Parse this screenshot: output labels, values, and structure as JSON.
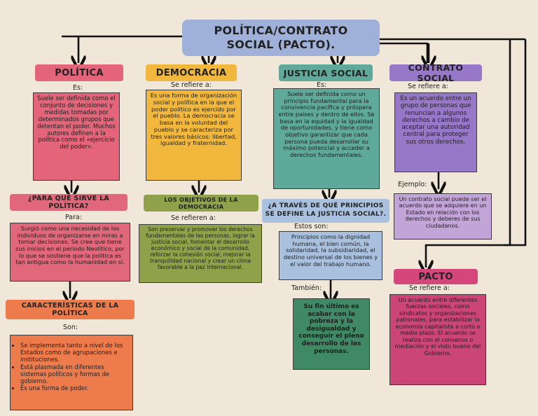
{
  "title": "POLÍTICA/CONTRATO SOCIAL (PACTO).",
  "columns": {
    "politica": {
      "heading": "POLÍTICA",
      "label": "Es:",
      "text": "Suele ser definida como el conjunto de decisiones y medidas tomadas por determinados grupos que detentan el poder. Muchos autores definen a la política como el «ejercicio del poder».",
      "sub_heading": "¿PARA QUÉ SIRVE LA POLÍTICA?",
      "sub_label": "Para:",
      "sub_text": "Surgió como una necesidad de los individuos de organizarse en miras a tomar decisiones. Se cree que tiene sus inicios en el periodo Neolítico, por lo que se sostiene que la política es tan antigua como la humanidad en sí.",
      "char_heading": "CARACTERÍSTICAS DE LA POLÍTICA",
      "char_label": "Son:",
      "char_items": [
        "Se implementa tanto a nivel de los Estados como de agrupaciones e instituciones.",
        "Está plasmada en diferentes sistemas políticos y formas de gobierno.",
        "Es una forma de poder."
      ]
    },
    "democracia": {
      "heading": "DEMOCRACIA",
      "label": "Se refiere a:",
      "text": "Es una forma de organización social y política en la que el poder político es ejercido por el pueblo. La democracia se basa en la voluntad del pueblo y se caracteriza por tres valores básicos: libertad, igualdad y fraternidad.",
      "sub_heading": "LOS OBJETIVOS DE LA DEMOCRACIA",
      "sub_label": "Se refieren a:",
      "sub_text": "Son preservar y promover los derechos fundamentales de las personas, lograr la justicia social, fomentar el desarrollo económico y social de la comunidad, reforzar la cohesión social, mejorar la tranquilidad nacional y crear un clima favorable a la paz internacional."
    },
    "justicia": {
      "heading": "JUSTICIA SOCIAL",
      "label": "Es:",
      "text": "Suele ser definida como un principio fundamental para la convivencia pacífica y próspera entre países y dentro de ellos. Se basa en la equidad y la igualdad de oportunidades, y tiene como objetivo garantizar que cada persona pueda desarrollar su máximo potencial y acceder a derechos fundamentales.",
      "sub_heading": "¿A TRAVÉS DE QUÉ PRINCIPIOS SE DEFINE LA JUSTICIA SOCIAL?.",
      "sub_label": "Estos son:",
      "sub_text": "Principios como la dignidad humana, el bien común, la solidaridad, la subsidiaridad, el destino universal de los bienes y el valor del trabajo humano.",
      "also_label": "También:",
      "also_text": "Su fin último es acabar con la pobreza y la desigualdad y conseguir el pleno desarrollo de las personas."
    },
    "contrato": {
      "heading": "CONTRATO SOCIAL",
      "label": "Se refiere a:",
      "text": "Es un acuerdo entre un grupo de personas que renuncian a algunos derechos a cambio de aceptar una autoridad central para proteger sus otros derechos.",
      "example_label": "Ejemplo:",
      "example_text": "Un contrato social puede ser el acuerdo que se adquiere en un Estado en relación con los derechos y deberes de sus ciudadanos.",
      "pacto_heading": "PACTO",
      "pacto_label": "Se refiere a:",
      "pacto_text": "Un acuerdo entre diferentes fuerzas sociales, como sindicatos y organizaciones patronales, para estabilizar la economía capitalista a corto o medio plazo. El acuerdo se realiza con el consenso o mediación y el visto bueno del Gobierno."
    }
  },
  "colors": {
    "background": "#f0e7d8",
    "title_bg": "#9fb1d8",
    "politica": "#e46479",
    "democracia": "#f1b83d",
    "justicia": "#5fa99a",
    "justicia_sub": "#a9c1df",
    "justicia_also": "#3f8a64",
    "contrato": "#9777c7",
    "contrato_light": "#c3a4d8",
    "pacto": "#d5467a",
    "pacto_box": "#cb4577",
    "politica_char": "#ee7b4c",
    "democracia_sub": "#8fa24a",
    "politica_sub": "#e0687a"
  }
}
